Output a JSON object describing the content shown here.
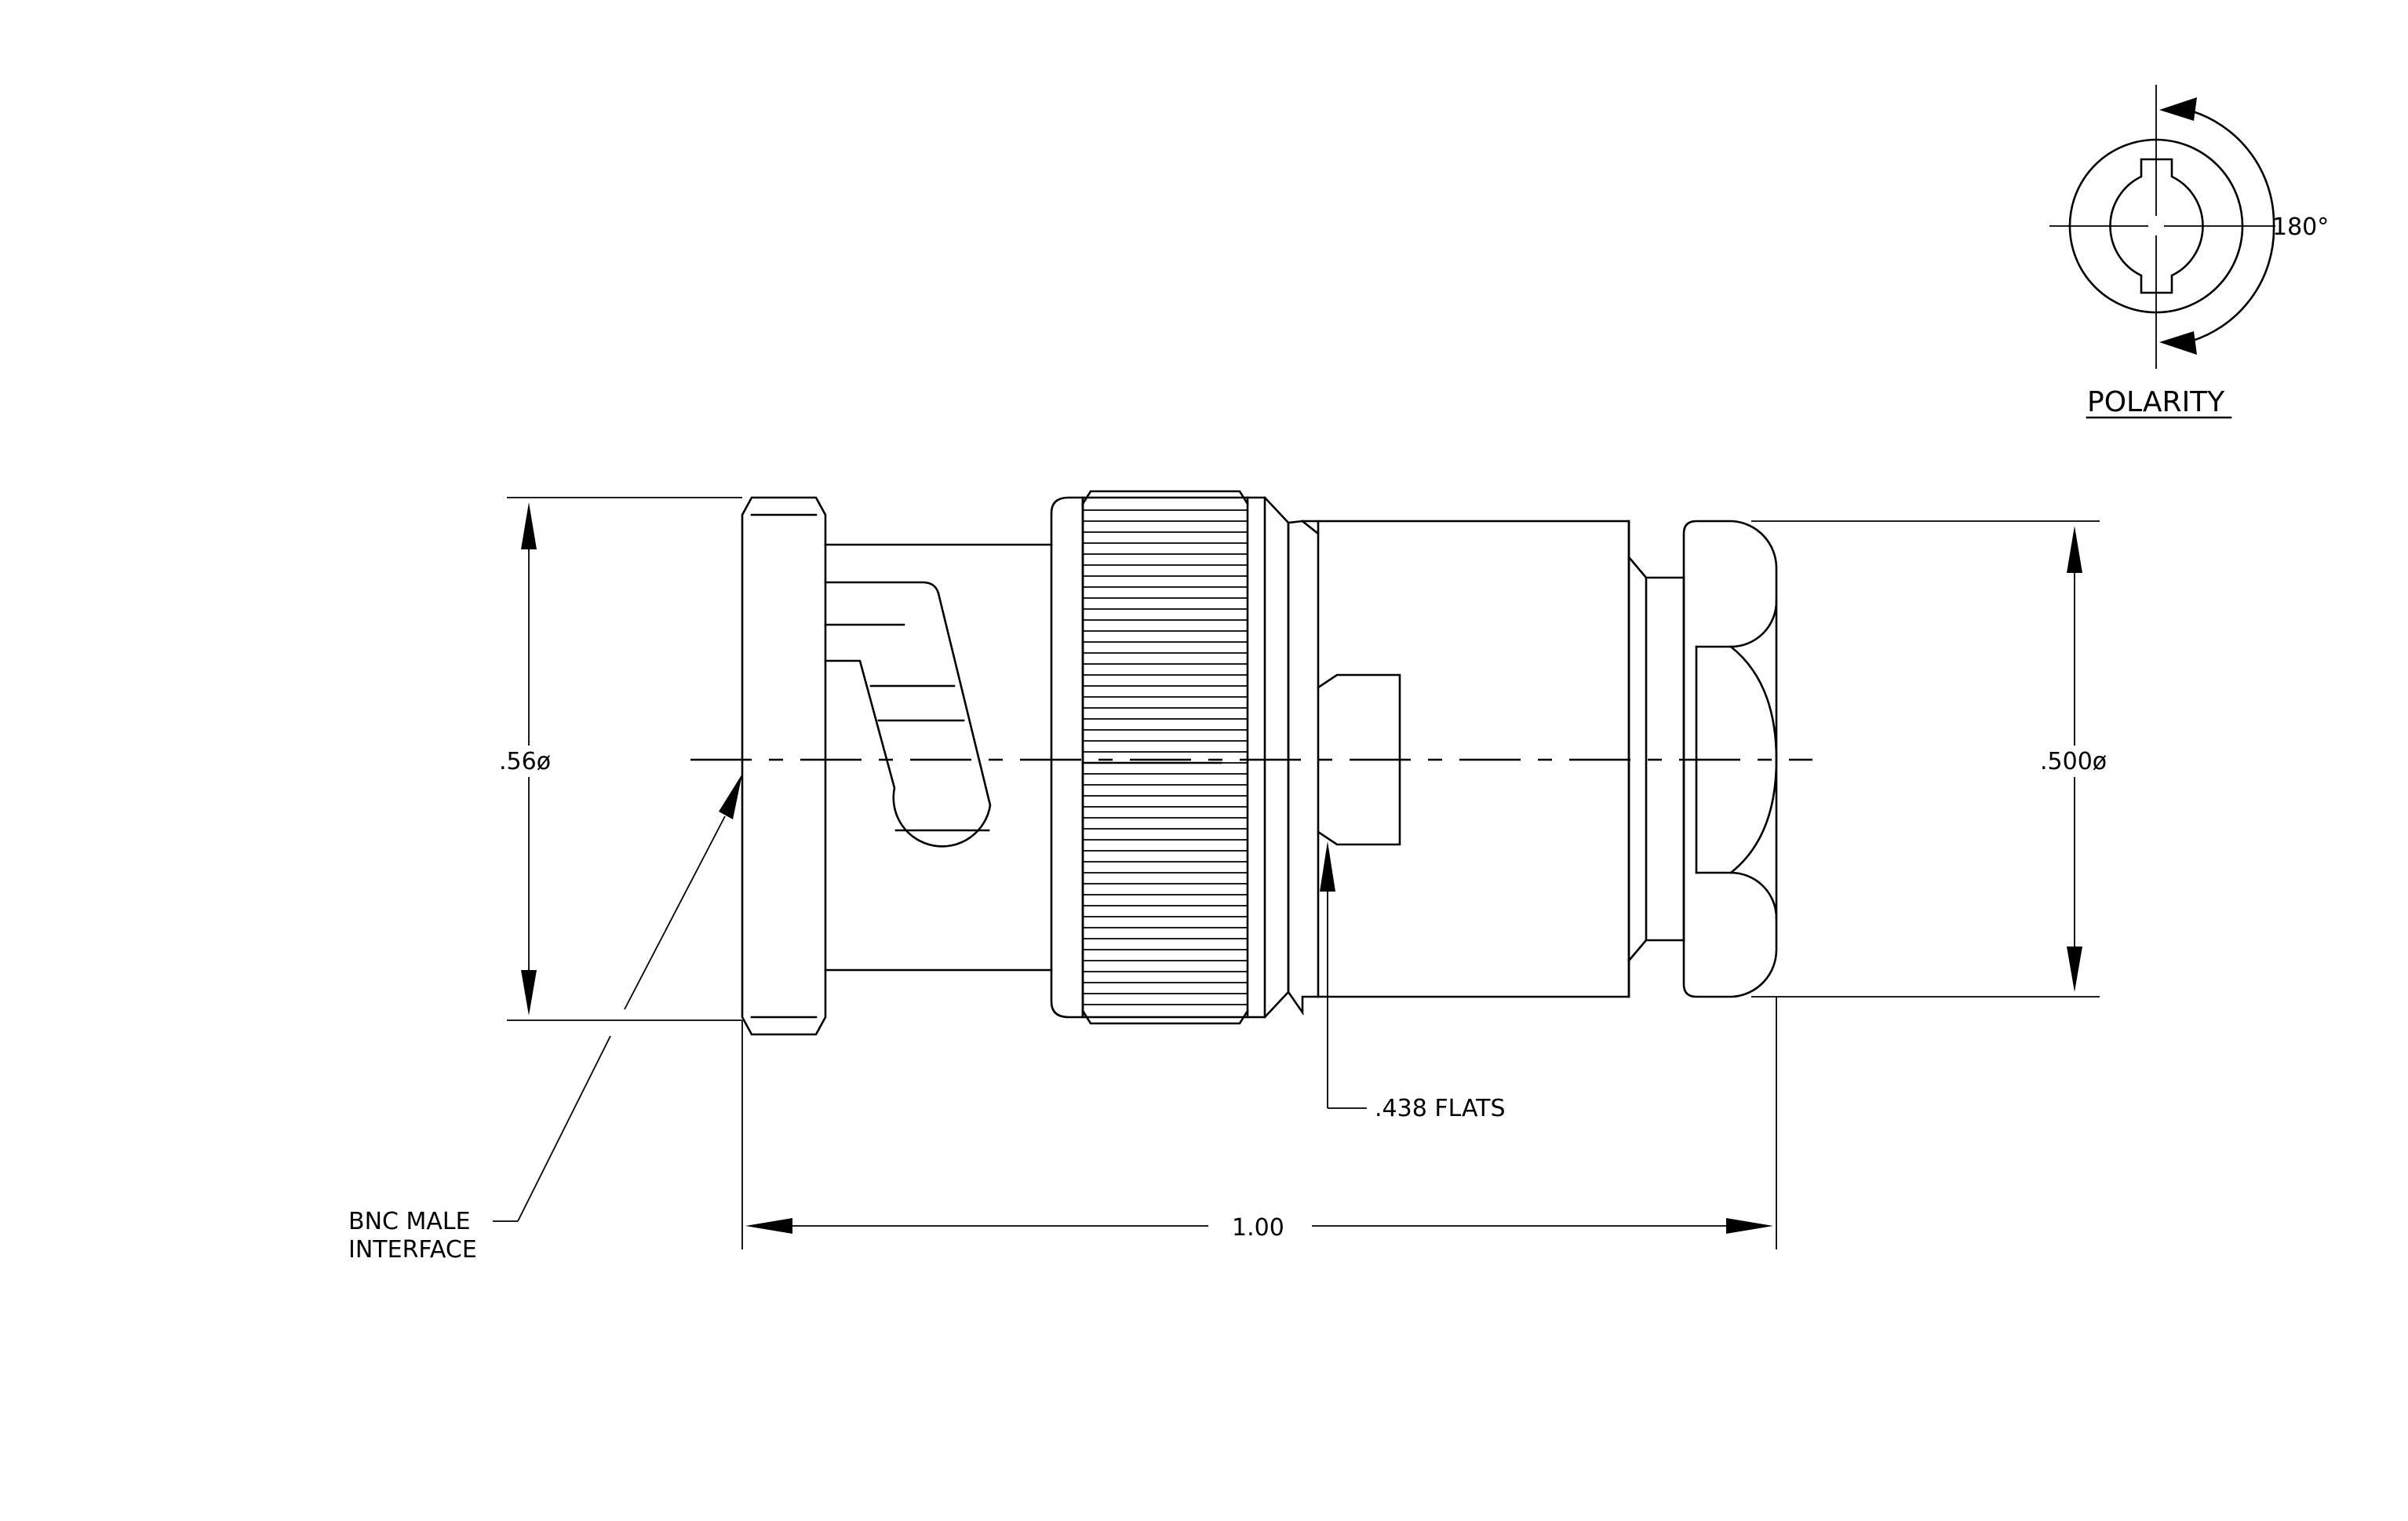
{
  "labels": {
    "polarity_angle": "180°",
    "polarity_title": "POLARITY",
    "left_diameter": ".56ø",
    "right_diameter": ".500ø",
    "flats": ".438 FLATS",
    "interface_line1": "BNC MALE",
    "interface_line2": "INTERFACE",
    "overall_length": "1.00"
  }
}
